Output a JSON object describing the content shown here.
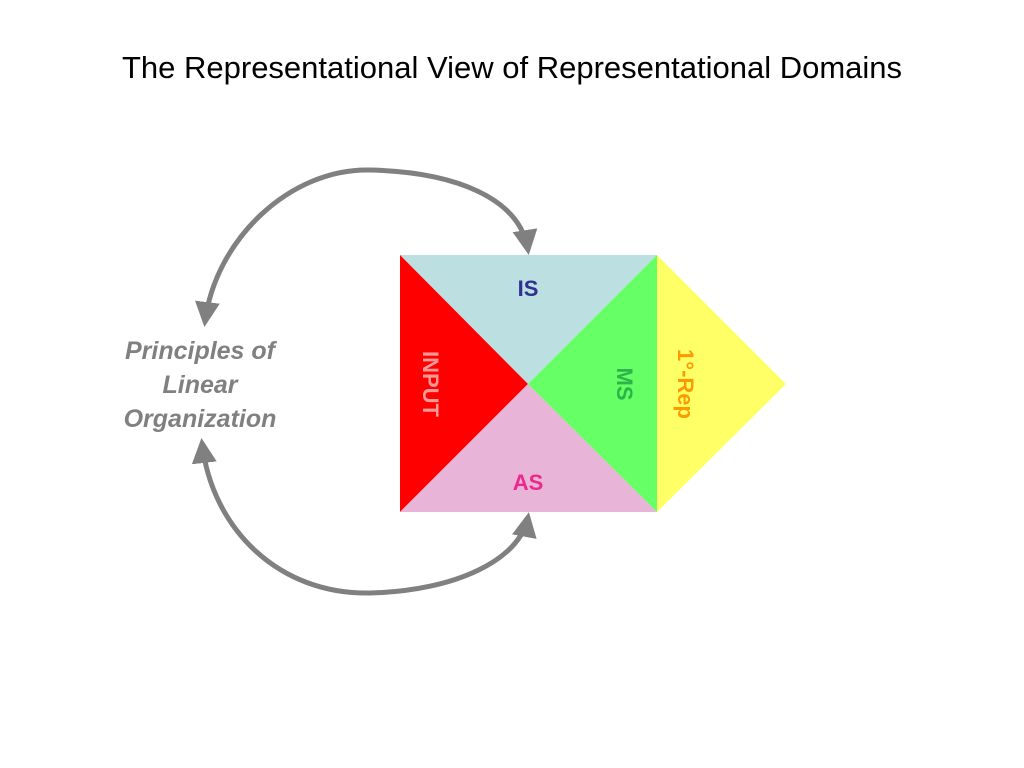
{
  "slide": {
    "title": "The Representational View of Representational Domains"
  },
  "principles": {
    "lines": [
      "Principles of",
      "Linear",
      "Organization"
    ]
  },
  "domains": {
    "is": {
      "label": "IS",
      "fill": "#bcdfe2",
      "text_color": "#2e3192"
    },
    "input": {
      "label": "INPUT",
      "fill": "#ff0000",
      "text_color": "#ff9999"
    },
    "as": {
      "label": "AS",
      "fill": "#e8b4d8",
      "text_color": "#ec2a8c"
    },
    "ms": {
      "label": "MS",
      "fill": "#66ff66",
      "text_color": "#2db34a"
    },
    "rep": {
      "label": "1°-Rep",
      "fill": "#ffff66",
      "text_color": "#ff9900"
    }
  },
  "arrows": {
    "color": "#808080"
  }
}
